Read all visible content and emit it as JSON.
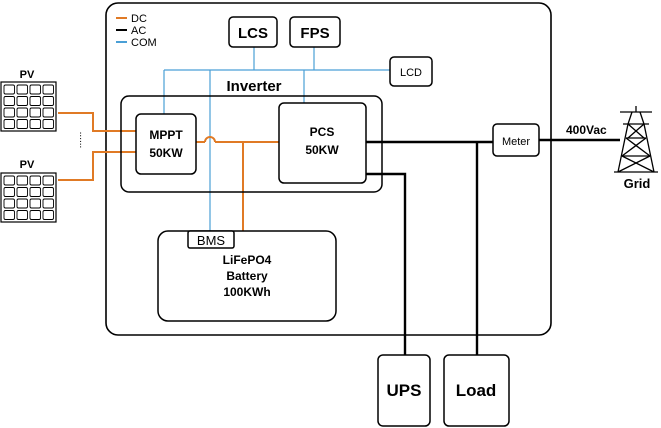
{
  "legend": [
    {
      "label": "DC",
      "color": "#E07A25"
    },
    {
      "label": "AC",
      "color": "#000000"
    },
    {
      "label": "COM",
      "color": "#4A9FD6"
    }
  ],
  "pv": {
    "top_label": "PV",
    "bottom_label": "PV",
    "ellipsis": "......"
  },
  "boxes": {
    "lcs": "LCS",
    "fps": "FPS",
    "lcd": "LCD",
    "inverter": "Inverter",
    "mppt_line1": "MPPT",
    "mppt_line2": "50KW",
    "pcs_line1": "PCS",
    "pcs_line2": "50KW",
    "bms": "BMS",
    "battery_line1": "LiFePO4",
    "battery_line2": "Battery",
    "battery_line3": "100KWh",
    "meter": "Meter",
    "ups": "UPS",
    "load": "Load"
  },
  "grid": {
    "voltage": "400Vac",
    "label": "Grid",
    "icon": "transmission-tower-icon"
  },
  "colors": {
    "dc": "#E07A25",
    "ac": "#000000",
    "com": "#4A9FD6"
  }
}
